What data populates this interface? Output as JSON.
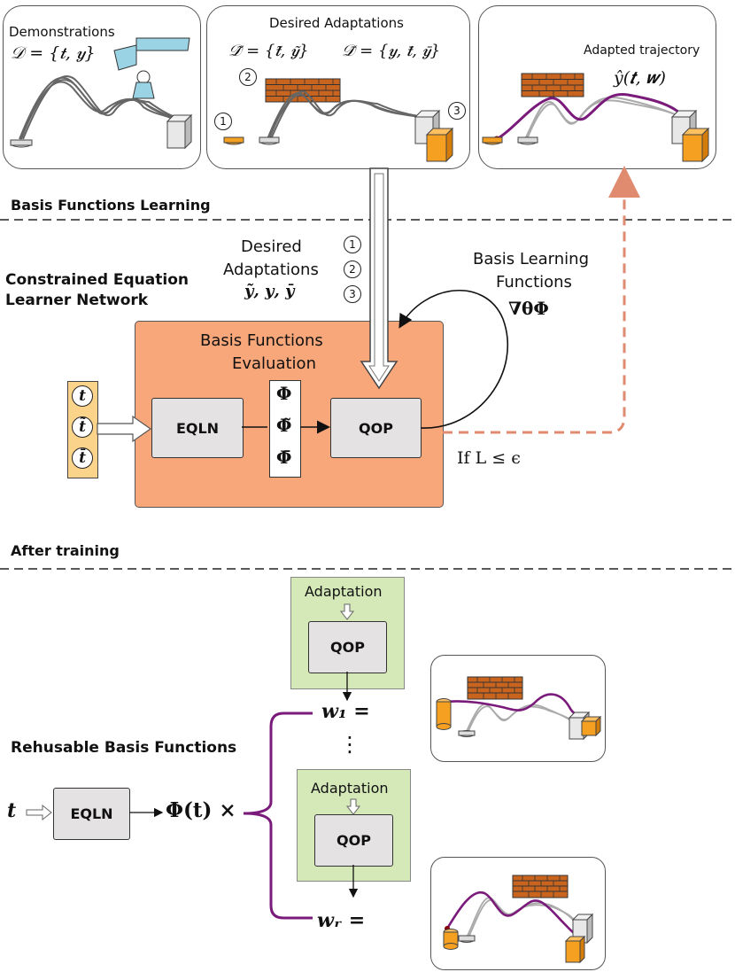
{
  "panels": {
    "demonstrations": {
      "title": "Demonstrations",
      "formula": "𝒟 = {𝒕, 𝒚}"
    },
    "desired": {
      "title": "Desired Adaptations",
      "formula_a": "𝒟̃ = {𝒕̃, 𝒚̃}",
      "formula_b": "𝒟̄ = {𝒚, 𝒕̄, 𝒚̄}",
      "marks": [
        "1",
        "2",
        "3"
      ]
    },
    "adapted": {
      "title": "Adapted trajectory",
      "formula": "ŷ(𝒕, 𝒘)"
    }
  },
  "sections": {
    "learning": "Basis Functions Learning",
    "network": [
      "Constrained Equation",
      "Learner Network"
    ],
    "after": "After training",
    "reusable": "Rehusable Basis Functions"
  },
  "learning": {
    "desired_lines": [
      "Desired",
      "Adaptations"
    ],
    "desired_symbols": "𝒚̃, 𝒚, 𝒚̄",
    "desired_marks": [
      "1",
      "2",
      "3"
    ],
    "basis_lines": [
      "Basis Learning",
      "Functions"
    ],
    "basis_symbol": "∇θΦ",
    "eval_lines": [
      "Basis Functions",
      "Evaluation"
    ],
    "inputs": [
      "t",
      "t̃",
      "t̄"
    ],
    "eqln": "EQLN",
    "phis": [
      "Φ",
      "Φ̃",
      "Φ̄"
    ],
    "qop": "QOP",
    "condition": "If L ≤ ϵ"
  },
  "after": {
    "adaptation_label": "Adaptation",
    "qop": "QOP",
    "eqln": "EQLN",
    "t": "t",
    "phi_t": "Φ(t) ×",
    "w1": "w₁ =",
    "wr": "wᵣ =",
    "dots": "⋮"
  },
  "colors": {
    "orange_box": "#f8a77a",
    "green_box": "#d4e8b8",
    "trajectory": "#7a1a7a",
    "dashed_arrow": "#e08a70",
    "brick": "#c9641e"
  }
}
